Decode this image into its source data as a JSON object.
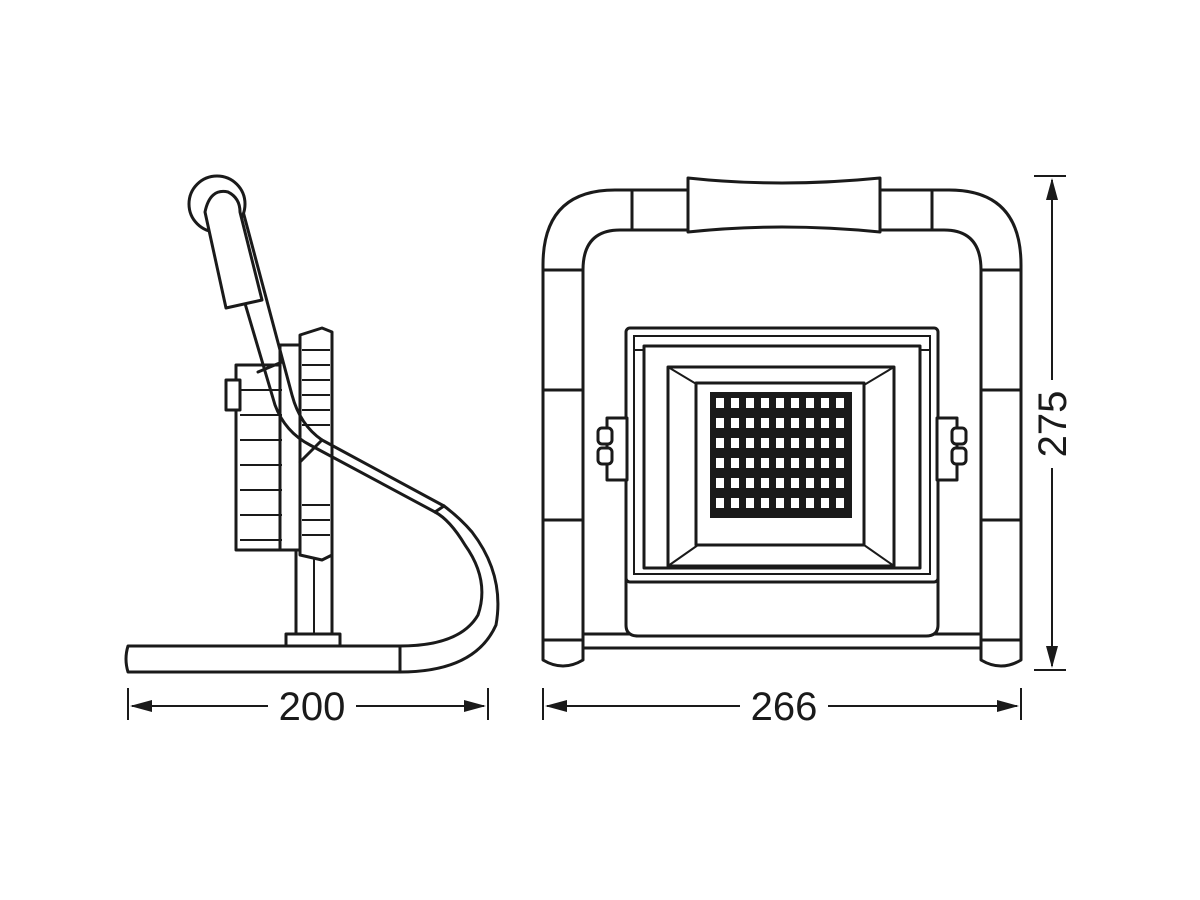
{
  "dimensions": {
    "side_width": "200",
    "front_width": "266",
    "height": "275"
  }
}
